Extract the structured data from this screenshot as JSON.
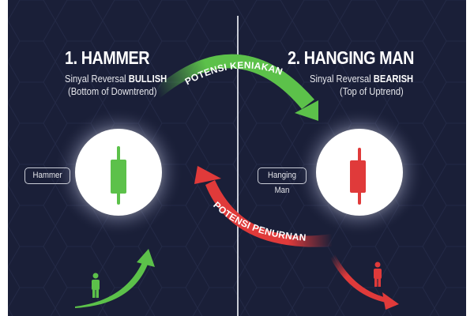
{
  "colors": {
    "background": "#1a1f38",
    "bullish": "#5cc14a",
    "bearish": "#e03a3a",
    "text": "#ffffff"
  },
  "left": {
    "title": "1. HAMMER",
    "subtitle_prefix": "Sinyal Reversal ",
    "subtitle_emphasis": "BULLISH",
    "context": "(Bottom of Downtrend)",
    "candle_label": "Hammer",
    "candle_color": "green",
    "person_icon": "person-green-icon"
  },
  "right": {
    "title": "2. HANGING MAN",
    "subtitle_prefix": "Sinyal Reversal ",
    "subtitle_emphasis": "BEARISH",
    "context": "(Top of Uptrend)",
    "candle_label": "Hanging Man",
    "candle_color": "red",
    "person_icon": "person-red-icon"
  },
  "arrows": {
    "top": {
      "label": "POTENSI KENIAKAN",
      "color": "green",
      "direction": "left-to-right"
    },
    "middle": {
      "label": "POTENSI PENURNAN",
      "color": "red",
      "direction": "right-to-left"
    },
    "bottom_left": {
      "color": "green",
      "direction": "up"
    },
    "bottom_right": {
      "color": "red",
      "direction": "down"
    }
  }
}
